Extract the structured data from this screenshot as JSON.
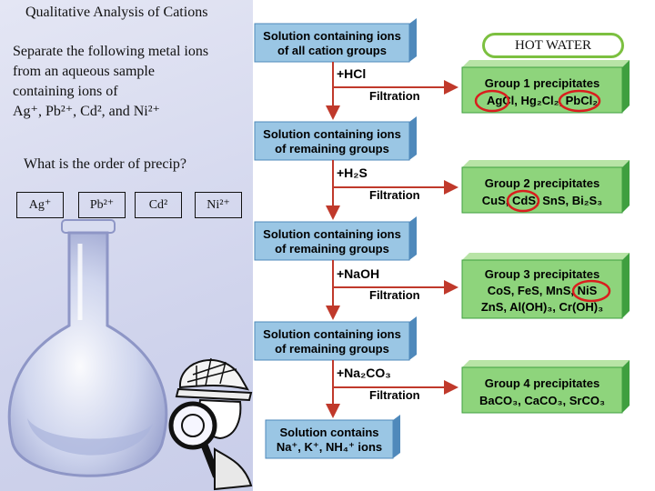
{
  "slide": {
    "title": "Qualitative Analysis of Cations",
    "intro_lines": [
      "Separate the following metal ions",
      "from an aqueous sample",
      " containing ions of",
      "Ag⁺, Pb²⁺, Cd², and Ni²⁺"
    ],
    "question": "What is the order of precip?",
    "ion_boxes": [
      "Ag⁺",
      "Pb²⁺",
      "Cd²",
      "Ni²⁺"
    ],
    "hot_water_label": "HOT WATER"
  },
  "flowchart": {
    "solutions": [
      [
        "Solution containing ions",
        "of all cation groups"
      ],
      [
        "Solution containing ions",
        "of remaining groups"
      ],
      [
        "Solution containing ions",
        "of remaining groups"
      ],
      [
        "Solution containing ions",
        "of remaining groups"
      ],
      [
        "Solution contains",
        "Na⁺, K⁺, NH₄⁺ ions"
      ]
    ],
    "reagents": [
      "+HCl",
      "+H₂S",
      "+NaOH",
      "+Na₂CO₃"
    ],
    "filtration_label": "Filtration",
    "groups": [
      [
        "Group 1 precipitates",
        "AgCl, Hg₂Cl₂, PbCl₂"
      ],
      [
        "Group 2 precipitates",
        "CuS, CdS, SnS, Bi₂S₃"
      ],
      [
        "Group 3 precipitates",
        "CoS, FeS, MnS, NiS",
        "ZnS, Al(OH)₃, Cr(OH)₃"
      ],
      [
        "Group 4 precipitates",
        "BaCO₃, CaCO₃, SrCO₃"
      ]
    ]
  },
  "colors": {
    "box_front": "#9ac6e4",
    "box_side": "#4f89bb",
    "group_front": "#8ed47c",
    "group_side": "#3f9f3f",
    "circle": "#d91e1e",
    "hot_water_border": "#7cc040"
  }
}
